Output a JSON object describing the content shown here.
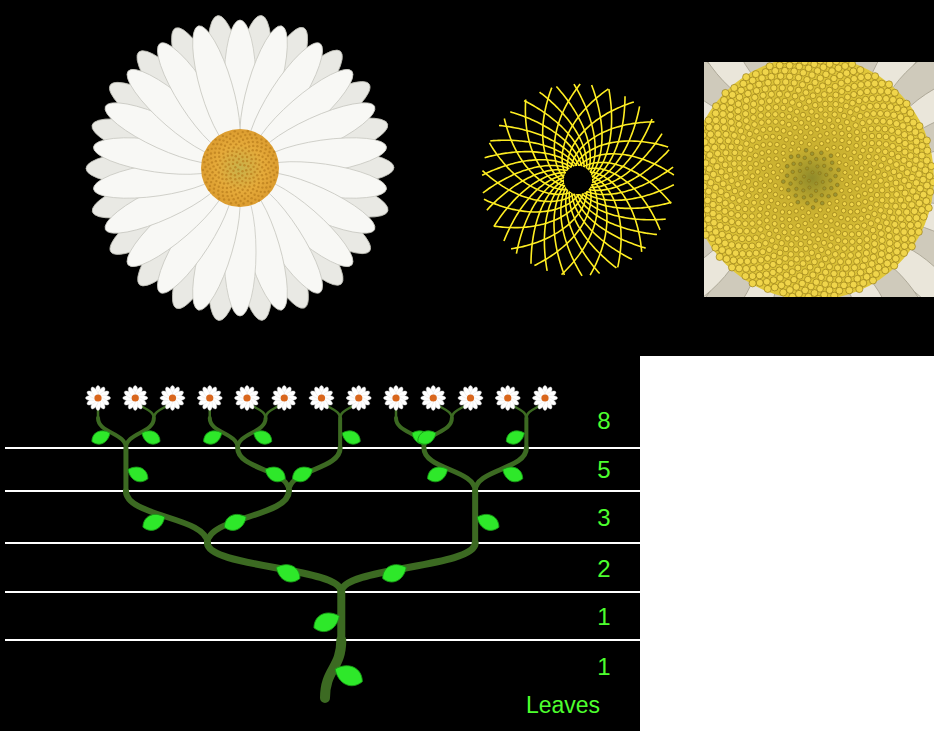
{
  "diagram": {
    "labels": [
      "8",
      "5",
      "3",
      "2",
      "1",
      "1",
      "Leaves"
    ]
  }
}
